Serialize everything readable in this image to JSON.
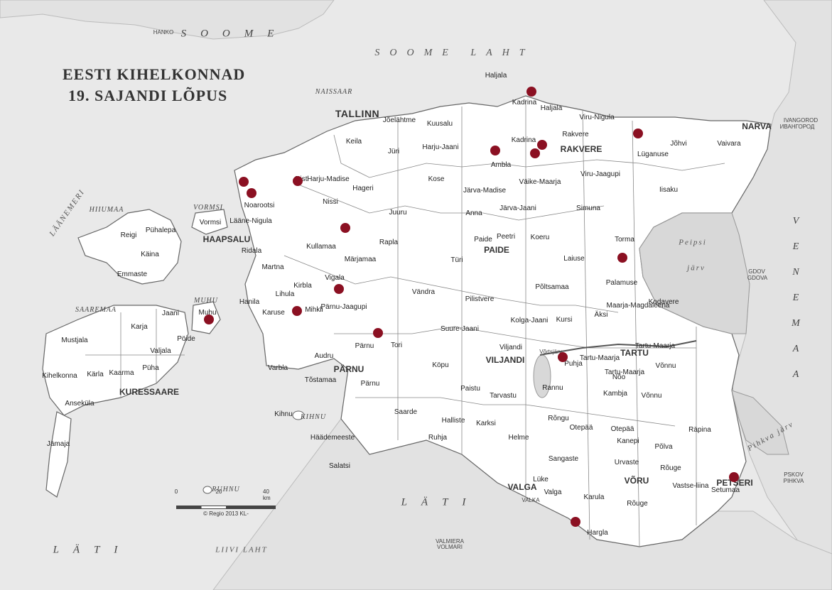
{
  "title": {
    "line1": "EESTI KIHELKONNAD",
    "line2": "19. SAJANDI LÕPUS"
  },
  "colors": {
    "land": "#ffffff",
    "sea": "#e9e9e9",
    "neighbour_land": "#e2e2e2",
    "lake": "#d8d8d8",
    "border": "#666666",
    "marker": "#8b1022"
  },
  "water_labels": [
    {
      "name": "soome-laht",
      "text": "SOOME LAHT"
    },
    {
      "name": "laanemeri",
      "text": "LÄÄNEMERI"
    },
    {
      "name": "liivi-laht",
      "text": "LIIVI LAHT"
    },
    {
      "name": "peipsi",
      "text": "Peipsi"
    },
    {
      "name": "jarv",
      "text": "järv"
    },
    {
      "name": "pihkva-jarv",
      "text": "Pihkva järv"
    },
    {
      "name": "vortsjarv",
      "text": "Võrtsjärv"
    }
  ],
  "countries": [
    {
      "name": "soome",
      "text": "SOOME"
    },
    {
      "name": "lati-south",
      "text": "LÄTI"
    },
    {
      "name": "lati-sw",
      "text": "LÄTI"
    },
    {
      "name": "venemaa",
      "text": "VENEMAA"
    }
  ],
  "islands": [
    {
      "name": "hiiumaa",
      "text": "HIIUMAA"
    },
    {
      "name": "saaremaa",
      "text": "SAAREMAA"
    },
    {
      "name": "vormsi",
      "text": "VORMSI"
    },
    {
      "name": "muhu",
      "text": "MUHU"
    },
    {
      "name": "kihnu",
      "text": "KIHNU"
    },
    {
      "name": "ruhnu",
      "text": "RUHNU"
    },
    {
      "name": "naissaar",
      "text": "NAISSAAR"
    }
  ],
  "cities": [
    {
      "name": "tallinn",
      "text": "TALLINN"
    },
    {
      "name": "tartu",
      "text": "TARTU"
    },
    {
      "name": "parnu",
      "text": "PÄRNU"
    },
    {
      "name": "narva",
      "text": "NARVA"
    },
    {
      "name": "rakvere",
      "text": "RAKVERE"
    },
    {
      "name": "paide",
      "text": "PAIDE"
    },
    {
      "name": "viljandi",
      "text": "VILJANDI"
    },
    {
      "name": "haapsalu",
      "text": "HAAPSALU"
    },
    {
      "name": "kuressaare",
      "text": "KURESSAARE"
    },
    {
      "name": "valga",
      "text": "VALGA"
    },
    {
      "name": "voru",
      "text": "VÕRU"
    },
    {
      "name": "petseri",
      "text": "PETSERI"
    }
  ],
  "foreign_places": [
    {
      "name": "hanko",
      "text": "HANKO"
    },
    {
      "name": "ivangorod",
      "text": "IVANGOROD"
    },
    {
      "name": "ivangorod-ru",
      "text": "ИВАНГОРОД"
    },
    {
      "name": "gdov",
      "text": "GDOV"
    },
    {
      "name": "gdov-ru",
      "text": "GDOVA"
    },
    {
      "name": "pskov",
      "text": "PSKOV"
    },
    {
      "name": "pskov-ru",
      "text": "PIHKVA"
    },
    {
      "name": "valmiera",
      "text": "VALMIERA"
    },
    {
      "name": "valmiera-ru",
      "text": "VOLMARI"
    },
    {
      "name": "valka",
      "text": "VALKA"
    }
  ],
  "parishes": [
    "Haljala",
    "Kadrina",
    "Haljala",
    "Viru-Nigula",
    "Jõelähtme",
    "Kuusalu",
    "Keila",
    "Jüri",
    "Harju-Jaani",
    "Kadrina",
    "Rakvere",
    "Lüganuse",
    "Jõhvi",
    "Vaivara",
    "Ambla",
    "Väike-Maarja",
    "Viru-Jaagupi",
    "Risti",
    "Harju-Madise",
    "Hageri",
    "Kose",
    "Järva-Madise",
    "Järva-Jaani",
    "Noarootsi",
    "Nissi",
    "Juuru",
    "Anna",
    "Simuna",
    "Iisaku",
    "Vormsi",
    "Lääne-Nigula",
    "Peetri",
    "Koeru",
    "Torma",
    "Reigi",
    "Pühalepa",
    "Käina",
    "Emmaste",
    "Ridala",
    "Kullamaa",
    "Rapla",
    "Türi",
    "Paide",
    "Laiuse",
    "Martna",
    "Märjamaa",
    "Lihula",
    "Kirbla",
    "Vigala",
    "Vändra",
    "Põltsamaa",
    "Palamuse",
    "Kodavere",
    "Hanila",
    "Karuse",
    "Mihkli",
    "Pärnu-Jaagupi",
    "Pilistvere",
    "Kursi",
    "Äksi",
    "Maarja-Magdaleena",
    "Jaani",
    "Karja",
    "Pöide",
    "Muhu",
    "Mustjala",
    "Valjala",
    "Tori",
    "Suure-Jaani",
    "Kolga-Jaani",
    "Tartu-Maarja",
    "Püha",
    "Kaarma",
    "Kärla",
    "Kihelkonna",
    "Audru",
    "Pärnu",
    "Varbla",
    "Köpu",
    "Viljandi",
    "Puhja",
    "Tartu-Maarja",
    "Nõo",
    "Tartu-Maarja",
    "Võnnu",
    "Anseküla",
    "Tõstamaa",
    "Pärnu",
    "Paistu",
    "Tarvastu",
    "Rannu",
    "Kambja",
    "Võnnu",
    "Saarde",
    "Halliste",
    "Rõngu",
    "Otepää",
    "Otepää",
    "Kanepi",
    "Põlva",
    "Räpina",
    "Jämaja",
    "Kihnu",
    "Häädemeeste",
    "Karksi",
    "Helme",
    "Sangaste",
    "Urvaste",
    "Rõuge",
    "Salatsi",
    "Ruhja",
    "Lüke",
    "Valga",
    "Karula",
    "Vastse-liina",
    "Setumaa",
    "Rõuge",
    "Hargla"
  ],
  "markers": [
    {
      "name": "marker-haljala"
    },
    {
      "name": "marker-luganuse"
    },
    {
      "name": "marker-ambla"
    },
    {
      "name": "marker-kadrina-1"
    },
    {
      "name": "marker-kadrina-2"
    },
    {
      "name": "marker-risti"
    },
    {
      "name": "marker-noarootsi-1"
    },
    {
      "name": "marker-noarootsi-2"
    },
    {
      "name": "marker-marjamaa"
    },
    {
      "name": "marker-vigala"
    },
    {
      "name": "marker-mihkli"
    },
    {
      "name": "marker-muhu"
    },
    {
      "name": "marker-tori"
    },
    {
      "name": "marker-torma"
    },
    {
      "name": "marker-puhja"
    },
    {
      "name": "marker-petseri"
    },
    {
      "name": "marker-hargla"
    }
  ],
  "scale": {
    "ticks": [
      "0",
      "20",
      "40 km"
    ],
    "credit": "© Regio 2013 KL-"
  }
}
